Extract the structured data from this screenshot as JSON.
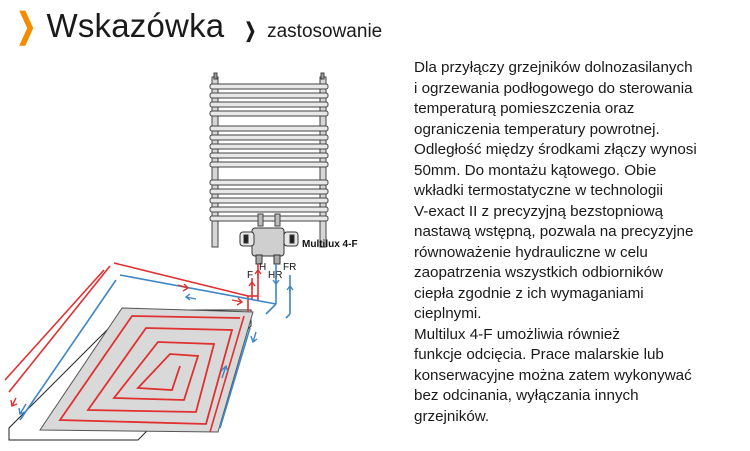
{
  "header": {
    "title": "Wskazówka",
    "subtitle": "zastosowanie",
    "accent_color": "#f28c00"
  },
  "diagram": {
    "device_label": "Multilux 4-F",
    "port_labels": [
      "F",
      "H",
      "HR",
      "FR"
    ],
    "flow_color": "#e03030",
    "return_color": "#3d86c6"
  },
  "body": {
    "paragraph1": "Dla przyłączy grzejników dolnozasilanych\ni ogrzewania podłogowego do sterowania\ntemperaturą pomieszczenia oraz\nograniczenia temperatury powrotnej.\nOdległość między środkami złączy wynosi\n50mm. Do montażu kątowego. Obie\nwkładki termostatyczne w technologii\nV-exact II z precyzyjną bezstopniową\nnastawą wstępną, pozwala na precyzyjne\nrównoważenie hydrauliczne w celu\nzaopatrzenia wszystkich odbiorników\nciepła zgodnie z ich wymaganiami\ncieplnymi.",
    "paragraph2": "Multilux 4-F umożliwia również\nfunkcje odcięcia. Prace malarskie lub\nkonserwacyjne można zatem wykonywać\nbez odcinania, wyłączania innych\ngrzejników."
  }
}
